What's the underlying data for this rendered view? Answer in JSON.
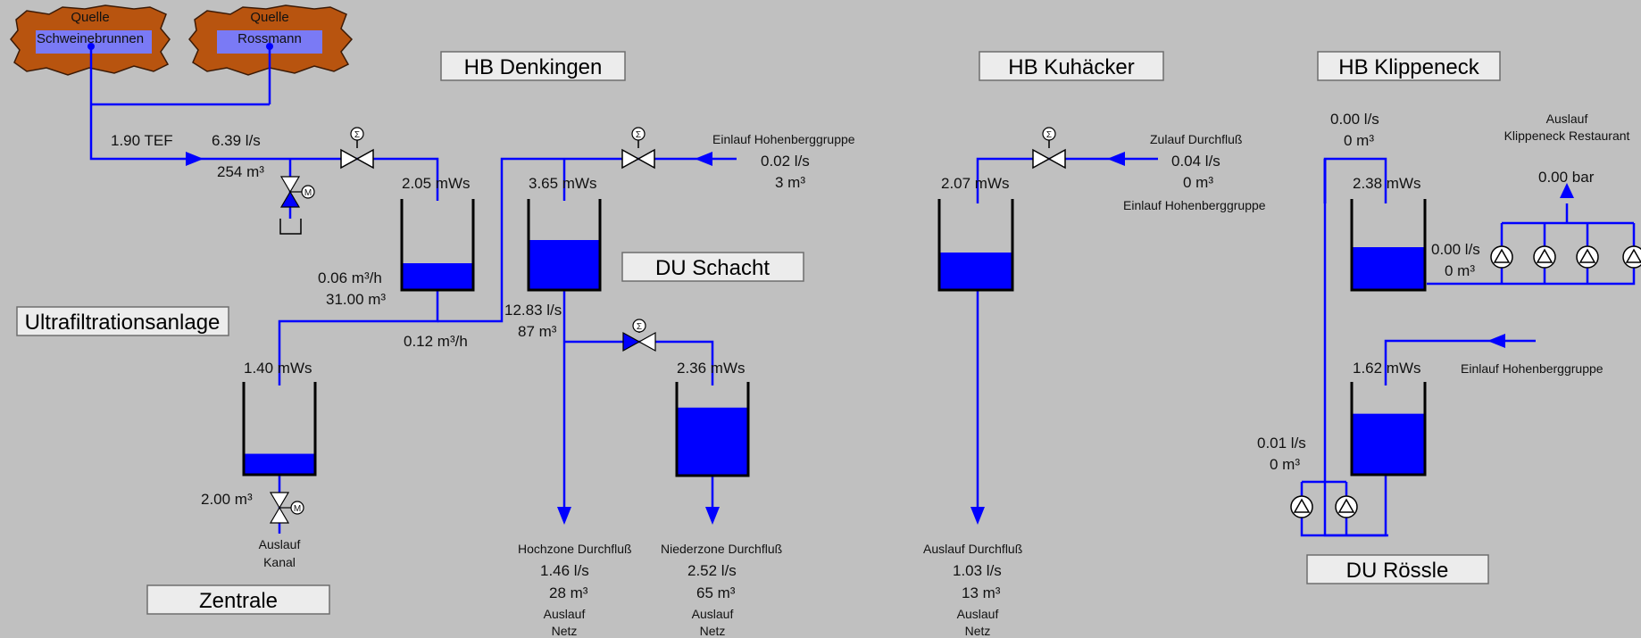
{
  "buttons": {
    "hb_denkingen": "HB Denkingen",
    "hb_kuhaecker": "HB Kuhäcker",
    "hb_klippeneck": "HB Klippeneck",
    "du_schacht": "DU Schacht",
    "ultrafiltration": "Ultrafiltrationsanlage",
    "zentrale": "Zentrale",
    "du_roessle": "DU Rössle"
  },
  "sources": {
    "q1_line1": "Quelle",
    "q1_line2": "Schweinebrunnen",
    "q2_line1": "Quelle",
    "q2_line2": "Rossmann"
  },
  "values": {
    "tef": "1.90 TEF",
    "flow_main": "6.39 l/s",
    "vol_main": "254 m³",
    "level_denk_a": "2.05 mWs",
    "level_denk_b": "3.65 mWs",
    "uf_flow": "0.06 m³/h",
    "uf_vol": "31.00 m³",
    "uf_out": "0.12 m³/h",
    "level_zentrale": "1.40 mWs",
    "zentrale_vol": "2.00 m³",
    "zentrale_out_1": "Auslauf",
    "zentrale_out_2": "Kanal",
    "einlauf_denk_label": "Einlauf Hohenberggruppe",
    "einlauf_denk_flow": "0.02 l/s",
    "einlauf_denk_vol": "3 m³",
    "du_flow": "12.83 l/s",
    "du_vol": "87 m³",
    "level_nieder": "2.36 mWs",
    "hoch_label": "Hochzone Durchfluß",
    "hoch_flow": "1.46 l/s",
    "hoch_vol": "28 m³",
    "nieder_label": "Niederzone Durchfluß",
    "nieder_flow": "2.52 l/s",
    "nieder_vol": "65 m³",
    "auslauf": "Auslauf",
    "netz": "Netz",
    "level_kuh": "2.07 mWs",
    "zulauf_kuh_label": "Zulauf Durchfluß",
    "zulauf_kuh_flow": "0.04 l/s",
    "zulauf_kuh_vol": "0 m³",
    "zulauf_kuh_src": "Einlauf Hohenberggruppe",
    "kuh_out_label": "Auslauf Durchfluß",
    "kuh_out_flow": "1.03 l/s",
    "kuh_out_vol": "13 m³",
    "klip_in_flow": "0.00 l/s",
    "klip_in_vol": "0 m³",
    "level_klip": "2.38 mWs",
    "klip_rest_1": "Auslauf",
    "klip_rest_2": "Klippeneck Restaurant",
    "klip_pressure": "0.00 bar",
    "klip_pump_flow": "0.00 l/s",
    "klip_pump_vol": "0 m³",
    "level_roessle": "1.62 mWs",
    "roessle_in_label": "Einlauf Hohenberggruppe",
    "roessle_pump_flow": "0.01 l/s",
    "roessle_pump_vol": "0 m³"
  },
  "tank_fill_fraction": {
    "denkingen_a": 0.3,
    "denkingen_b": 0.56,
    "zentrale": 0.23,
    "niederzone": 0.74,
    "kuhaecker": 0.42,
    "klippeneck": 0.48,
    "roessle": 0.67
  },
  "colors": {
    "pipe": "#0000ff",
    "background": "#c0c0c0",
    "source_brown": "#b8540f",
    "source_label_bg": "#7a7af5"
  }
}
